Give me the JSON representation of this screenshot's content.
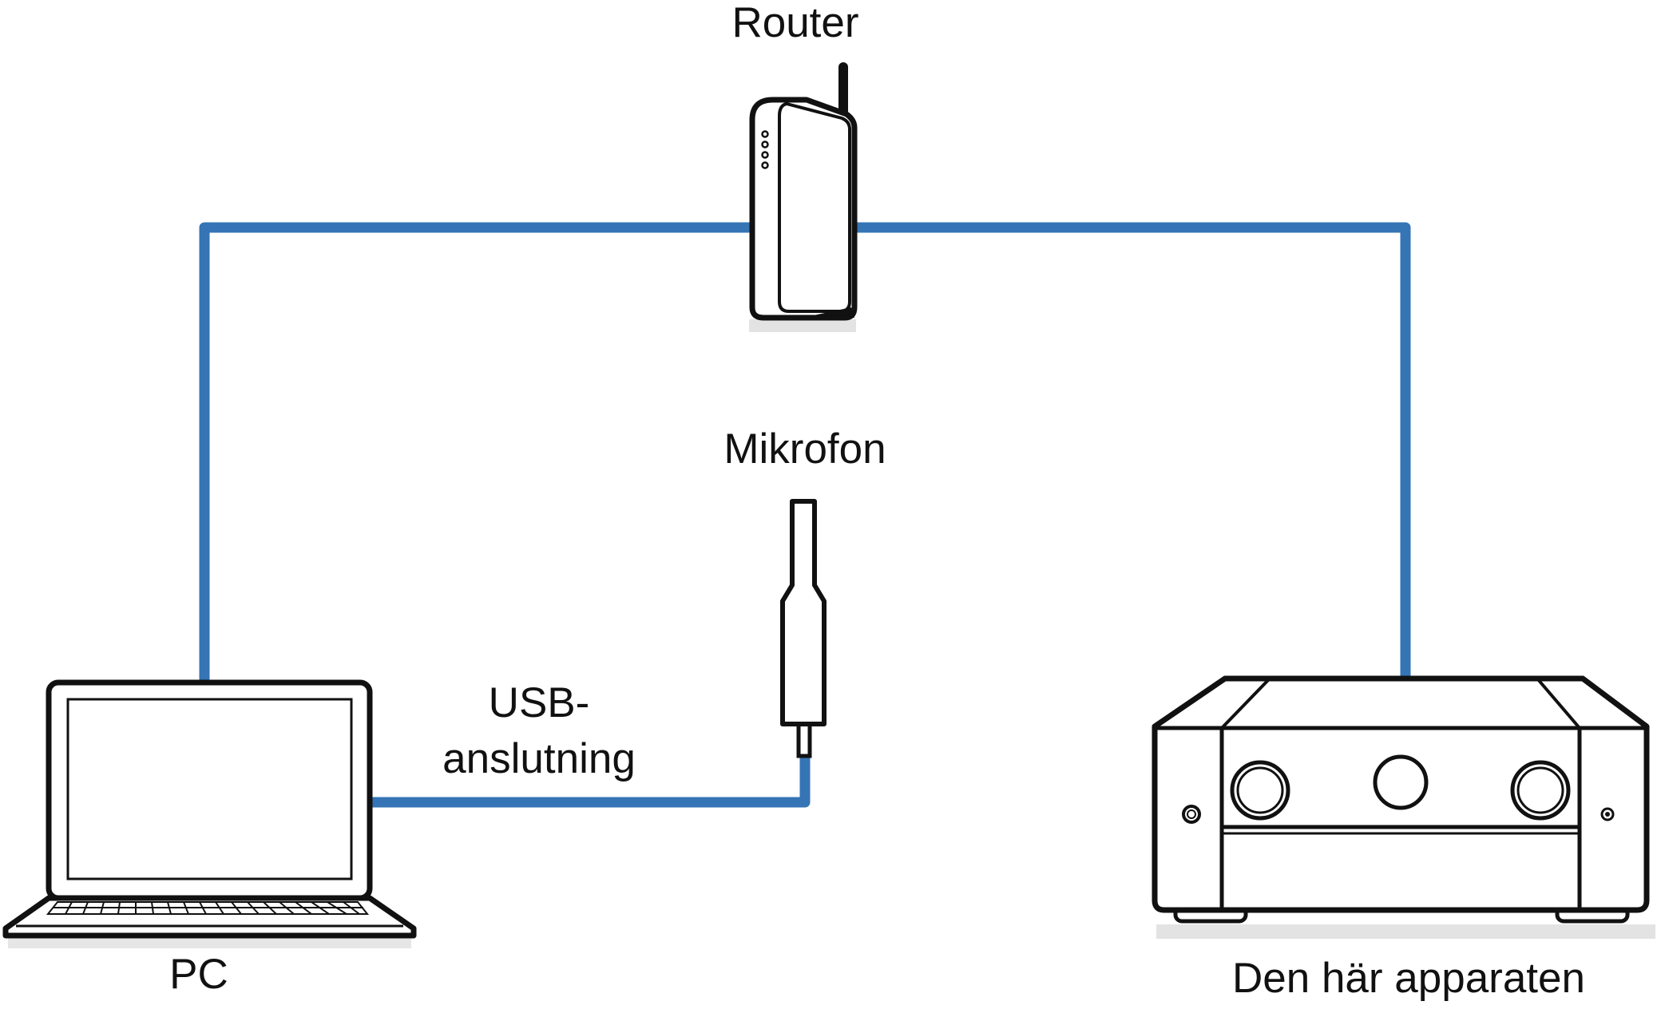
{
  "labels": {
    "router": "Router",
    "microphone": "Mikrofon",
    "usb_line1": "USB-",
    "usb_line2": "anslutning",
    "pc": "PC",
    "device": "Den här apparaten"
  },
  "icons": {
    "router": "router-icon",
    "microphone": "microphone-icon",
    "laptop": "laptop-icon",
    "receiver": "av-receiver-icon"
  },
  "colors": {
    "cable": "#3574b5",
    "outline": "#111111"
  }
}
